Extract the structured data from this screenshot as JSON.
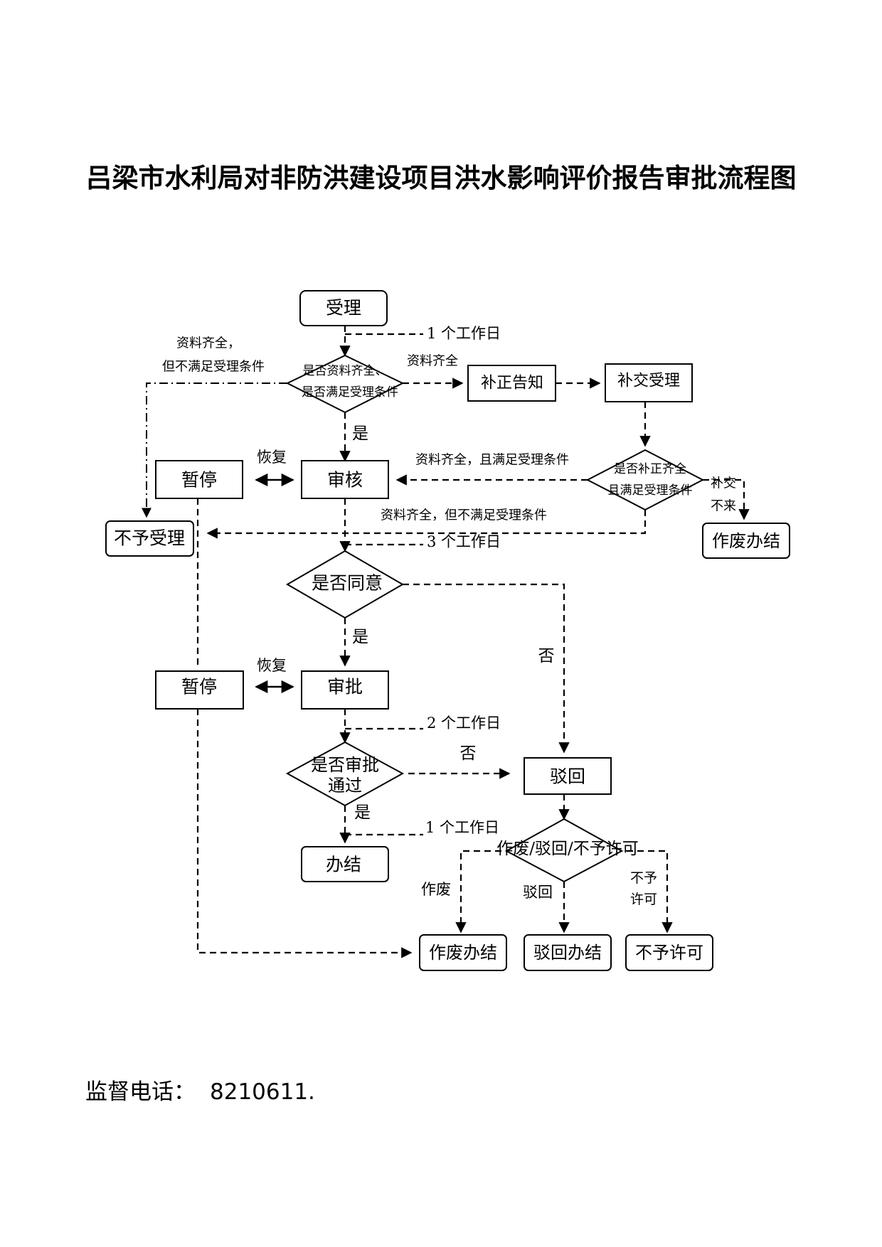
{
  "title": "吕梁市水利局对非防洪建设项目洪水影响评价报告审批流程图",
  "nodes": {
    "accept": "受理",
    "check_docs": [
      "是否资料齐全、",
      "是否满足受理条件"
    ],
    "correction_notice": "补正告知",
    "resubmit_accept": "补交受理",
    "check_correction": [
      "是否补正齐全",
      "且满足受理条件"
    ],
    "void_close_right": "作废办结",
    "suspend_1": "暂停",
    "review": "审核",
    "reject_accept": "不予受理",
    "agree_q": "是否同意",
    "suspend_2": "暂停",
    "approve": "审批",
    "approved_q": [
      "是否审批",
      "通过"
    ],
    "reject_back": "驳回",
    "complete": "办结",
    "outcome_q": "作废/驳回/不予许可",
    "void_close": "作废办结",
    "reject_close": "驳回办结",
    "not_permit": "不予许可"
  },
  "labels": {
    "days_1a": "1 个工作日",
    "complete_not_ok": [
      "资料齐全，",
      "但不满足受理条件"
    ],
    "incomplete": "资料齐全",
    "yes_1": "是",
    "resume_1": "恢复",
    "ok_after_fix": "资料齐全，且满足受理条件",
    "not_submitted": [
      "补交",
      "不来"
    ],
    "not_ok_after_fix": "资料齐全，但不满足受理条件",
    "days_3": "3 个工作日",
    "yes_2": "是",
    "no_1": "否",
    "resume_2": "恢复",
    "days_2": "2 个工作日",
    "no_2": "否",
    "yes_3": "是",
    "days_1b": "1 个工作日",
    "void": "作废",
    "reject": "驳回",
    "not_permit_branch": [
      "不予",
      "许可"
    ]
  },
  "footer": {
    "label": "监督电话：",
    "phone": "8210611."
  }
}
